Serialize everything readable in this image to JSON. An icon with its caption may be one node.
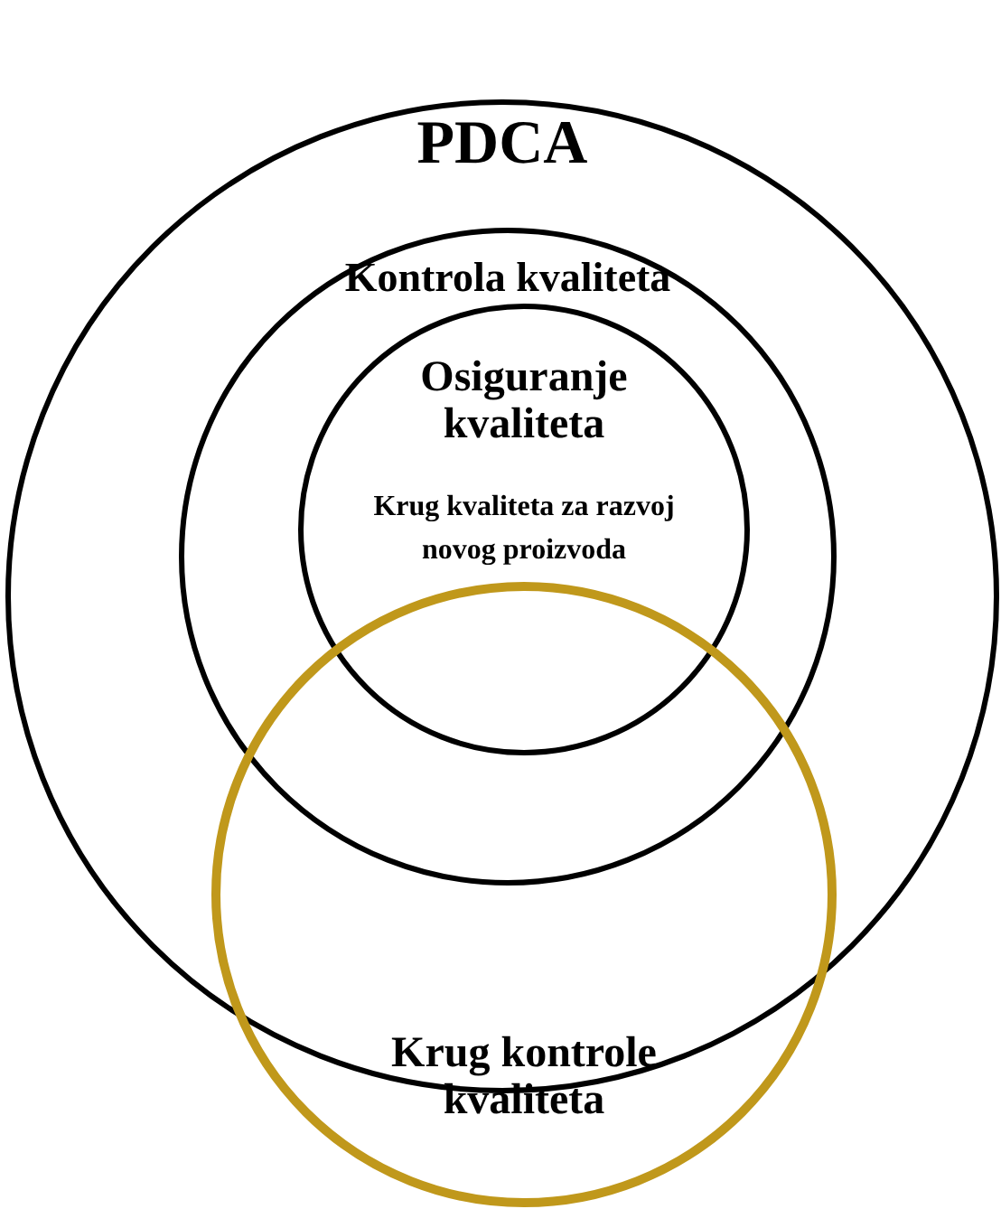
{
  "diagram": {
    "nodes": [
      {
        "text": [
          "PDCA"
        ]
      },
      {
        "text": [
          "Kontrola kvaliteta"
        ],
        "in": 0
      },
      {
        "text": [
          "Osiguranje kvaliteta",
          "Krug kvaliteta za razvoj novog proizvoda"
        ],
        "in": 1
      },
      {
        "text": [
          "Krug kontrole kvaliteta"
        ]
      }
    ]
  }
}
